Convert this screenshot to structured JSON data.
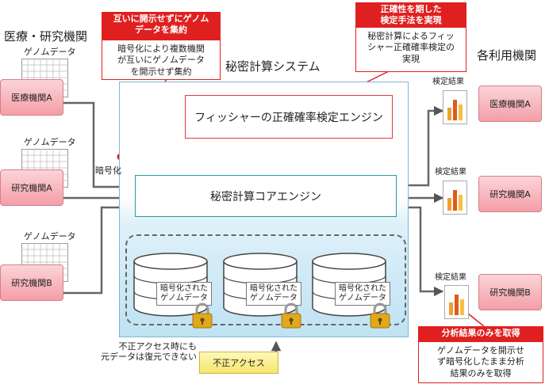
{
  "headings": {
    "left_org": "医療・研究機関",
    "system": "秘密計算システム",
    "right_org": "各利用機関"
  },
  "genome_label": "ゲノムデータ",
  "sources": [
    {
      "name": "医療機関A"
    },
    {
      "name": "研究機関A"
    },
    {
      "name": "研究機関B"
    }
  ],
  "encrypt_label": "暗号化",
  "engines": {
    "fisher": "フィッシャーの正確確率検定エンジン",
    "core": "秘密計算コアエンジン"
  },
  "db_label_line1": "暗号化された",
  "db_label_line2": "ゲノムデータ",
  "users": [
    {
      "name": "医療機関A",
      "result": "検定結果"
    },
    {
      "name": "研究機関A",
      "result": "検定結果"
    },
    {
      "name": "研究機関B",
      "result": "検定結果"
    }
  ],
  "callouts": {
    "aggregate": {
      "title_line1": "互いに開示せずにゲノム",
      "title_line2": "データを集約",
      "body_line1": "暗号化により複数機関",
      "body_line2": "が互いにゲノムデータ",
      "body_line3": "を開示せず集約"
    },
    "accuracy": {
      "title_line1": "正確性を期した",
      "title_line2": "検定手法を実現",
      "body_line1": "秘密計算によるフィッ",
      "body_line2": "シャー正確確率検定の",
      "body_line3": "実現"
    },
    "result_only": {
      "title": "分析結果のみを取得",
      "body_line1": "ゲノムデータを開示せ",
      "body_line2": "ず暗号化したまま分析",
      "body_line3": "結果のみを取得"
    }
  },
  "attack": {
    "note_line1": "不正アクセス時にも",
    "note_line2": "元データは復元できない",
    "box": "不正アクセス"
  },
  "colors": {
    "callout_red": "#e02020",
    "core_border": "#2b9a9a",
    "fisher_border": "#e03b3b",
    "institution_pink": "#f49ea7",
    "lock_gold": "#e0a81c"
  }
}
